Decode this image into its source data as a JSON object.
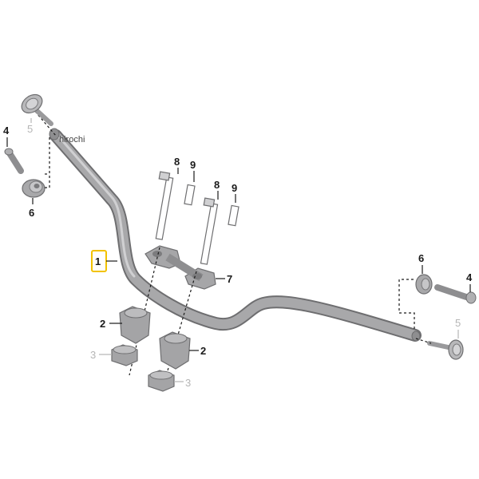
{
  "watermark": "hirochi",
  "highlight_color": "#f2c200",
  "part_color": "#a4a4a6",
  "callouts": {
    "handlebar": "1",
    "riser_upper_left": "2",
    "riser_upper_right": "2",
    "riser_lower_left": "3",
    "riser_lower_right": "3",
    "screw_left": "4",
    "screw_right": "4",
    "bar_end_left": "5",
    "bar_end_right": "5",
    "washer_left": "6",
    "washer_right": "6",
    "clamp": "7",
    "bolt_left": "8",
    "bolt_right": "8",
    "sleeve_left": "9",
    "sleeve_right": "9"
  }
}
